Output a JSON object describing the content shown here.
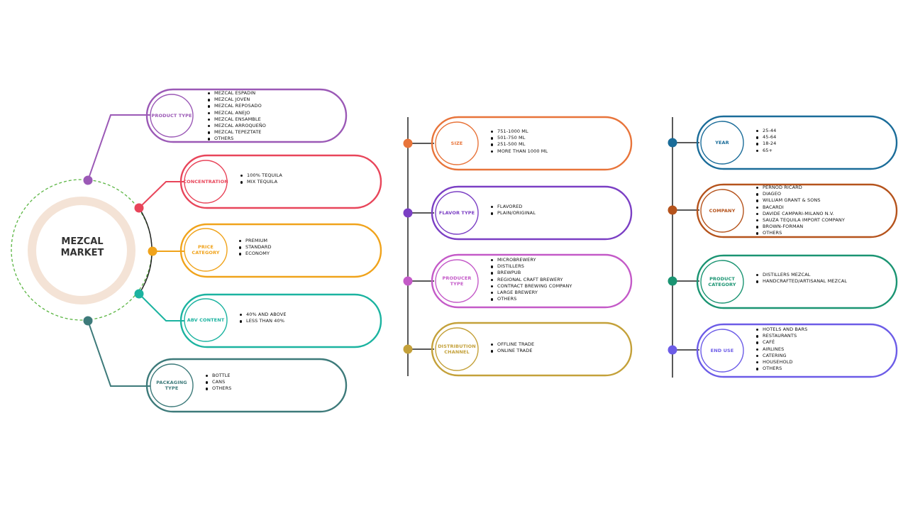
{
  "colors": {
    "product_type": "#9b59b6",
    "concentration": "#e8455a",
    "price_category": "#f0a31b",
    "abv_content": "#1bb3a0",
    "packaging_type": "#3d7a7a",
    "size": "#e8743a",
    "flavor_type": "#7b3fc4",
    "producer_type": "#c45ac8",
    "distribution_channel": "#c4a13a",
    "year": "#1a6c99",
    "company": "#b5531c",
    "product_category": "#1a9472",
    "end_use": "#6c5ce7",
    "hub_ring": "#f4e3d6",
    "hub_dash": "#5ab542"
  },
  "center": {
    "title_line1": "MEZCAL",
    "title_line2": "MARKET"
  },
  "segments": {
    "product_type": {
      "label": "PRODUCT TYPE",
      "items": [
        "MEZCAL ESPADIN",
        "MEZCAL JOVEN",
        "MEZCAL REPOSADO",
        "MEZCAL ANEJO",
        "MEZCAL ENSAMBLE",
        "MEZCAL ARROQUEÑO",
        "MEZCAL TEPEZTATE",
        "OTHERS"
      ]
    },
    "concentration": {
      "label": "CONCENTRATION",
      "items": [
        "100% TEQUILA",
        "MIX TEQUILA"
      ]
    },
    "price_category": {
      "label": "PRICE CATEGORY",
      "items": [
        "PREMIUM",
        "STANDARD",
        "ECONOMY"
      ]
    },
    "abv_content": {
      "label": "ABV CONTENT",
      "items": [
        "40% AND ABOVE",
        "LESS THAN 40%"
      ]
    },
    "packaging_type": {
      "label": "PACKAGING TYPE",
      "items": [
        "BOTTLE",
        "CANS",
        "OTHERS"
      ]
    },
    "size": {
      "label": "SIZE",
      "items": [
        "751-1000 ML",
        "501-750 ML",
        "251-500 ML",
        "MORE THAN 1000 ML"
      ]
    },
    "flavor_type": {
      "label": "FLAVOR TYPE",
      "items": [
        "FLAVORED",
        "PLAIN/ORIGINAL"
      ]
    },
    "producer_type": {
      "label": "PRODUCER TYPE",
      "items": [
        "MICROBREWERY",
        "DISTILLERS",
        "BREWPUB",
        "REGIONAL CRAFT BREWERY",
        "CONTRACT BREWING COMPANY",
        "LARGE BREWERY",
        "OTHERS"
      ]
    },
    "distribution_channel": {
      "label_line1": "DISTRIBUTION",
      "label_line2": "CHANNEL",
      "items": [
        "OFFLINE TRADE",
        "ONLINE TRADE"
      ]
    },
    "year": {
      "label": "YEAR",
      "items": [
        "25-44",
        "45-64",
        "18-24",
        "65+"
      ]
    },
    "company": {
      "label": "COMPANY",
      "items": [
        "PERNOD RICARD",
        "DIAGEO",
        "WILLIAM GRANT & SONS",
        "BACARDI",
        "DAVIDE CAMPARI-MILANO N.V.",
        "SAUZA TEQUILA IMPORT COMPANY",
        "BROWN-FORMAN",
        "OTHERS"
      ]
    },
    "product_category": {
      "label_line1": "PRODUCT",
      "label_line2": "CATEGORY",
      "items": [
        "DISTILLERS MEZCAL",
        "HANDCRAFTED/ARTISANAL MEZCAL"
      ]
    },
    "end_use": {
      "label": "END USE",
      "items": [
        "HOTELS AND BARS",
        "RESTAURANTS",
        "CAFÉ",
        "AIRLINES",
        "CATERING",
        "HOUSEHOLD",
        "OTHERS"
      ]
    }
  }
}
